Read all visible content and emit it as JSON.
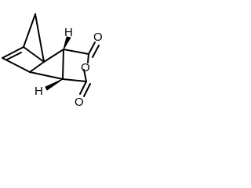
{
  "molecule": {
    "atom_labels": {
      "h_upper": "H",
      "h_lower": "H",
      "o_carbonyl_upper": "O",
      "o_ring": "O",
      "o_carbonyl_lower": "O"
    },
    "bond_color": "#000000",
    "background_color": "#ffffff"
  }
}
